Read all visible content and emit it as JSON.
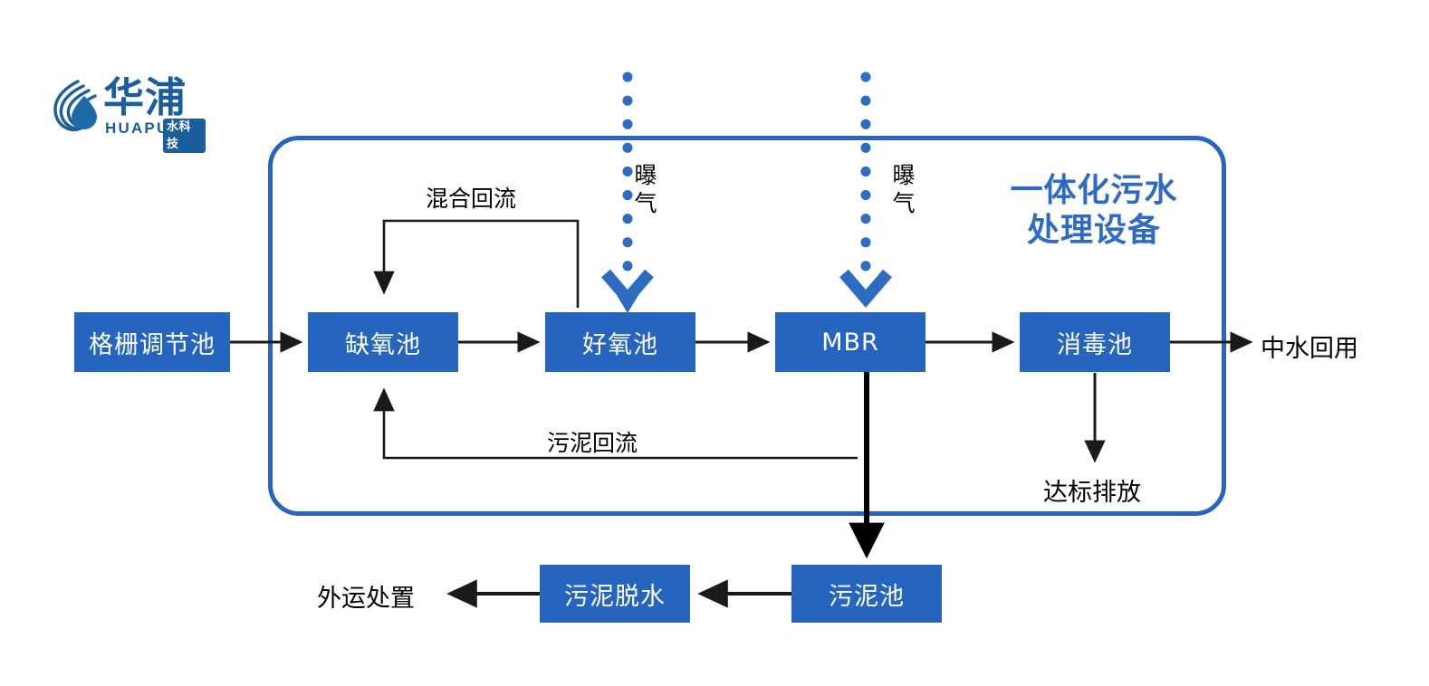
{
  "logo": {
    "name_cn": "华浦",
    "name_en": "HUAPU",
    "badge": "水科技",
    "mark": "water-wave-droplet",
    "color": "#1b5e9e"
  },
  "equipment": {
    "title": "一体化污水\n处理设备",
    "title_line1": "一体化污水",
    "title_line2": "处理设备",
    "border_color": "#2965BD"
  },
  "colors": {
    "box_fill": "#2565C0",
    "box_text": "#ffffff",
    "arrow": "#1a1a1a",
    "aeration": "#2E6CC4",
    "frame": "#2965BD",
    "title": "#2F6BC4"
  },
  "nodes": {
    "grit": "格栅调节池",
    "anoxic": "缺氧池",
    "aerobic": "好氧池",
    "mbr": "MBR",
    "disinfection": "消毒池",
    "sludge_tank": "污泥池",
    "dewatering": "污泥脱水"
  },
  "labels": {
    "reuse": "中水回用",
    "discharge": "达标排放",
    "offsite": "外运处置",
    "mixed_return": "混合回流",
    "sludge_return": "污泥回流",
    "aeration_1": "曝气",
    "aeration_2": "曝气"
  },
  "flow": {
    "main_chain": [
      "格栅调节池",
      "缺氧池",
      "好氧池",
      "MBR",
      "消毒池",
      "中水回用"
    ],
    "recycles": [
      {
        "label": "混合回流",
        "from": "好氧池",
        "to": "缺氧池"
      },
      {
        "label": "污泥回流",
        "from": "MBR",
        "to": "缺氧池"
      }
    ],
    "sludge_chain": [
      "MBR",
      "污泥池",
      "污泥脱水",
      "外运处置"
    ],
    "branches": [
      {
        "from": "消毒池",
        "to": "达标排放"
      }
    ],
    "aeration_into": [
      "好氧池",
      "MBR"
    ]
  }
}
